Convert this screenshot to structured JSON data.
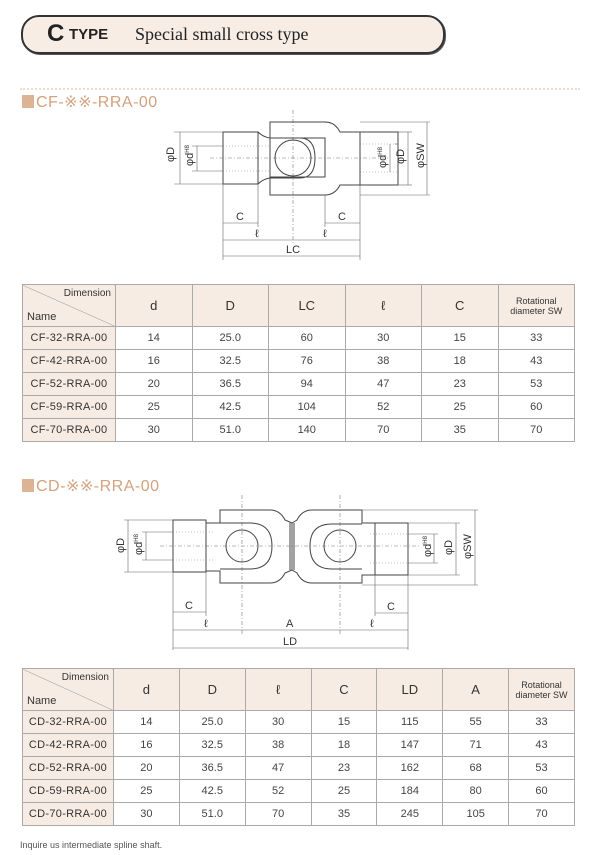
{
  "header": {
    "letter": "C",
    "type_label": "TYPE",
    "subtitle": "Special small cross type"
  },
  "colors": {
    "accent": "#d3a27e",
    "header_bg": "#f7ece3"
  },
  "sections": [
    {
      "title": "CF-※※-RRA-00",
      "diagram_labels": {
        "phiD": "φD",
        "phid": "φd",
        "h8": "H8",
        "phiSW": "φSW",
        "C": "C",
        "l": "ℓ",
        "LC": "LC"
      },
      "table": {
        "corner_dimension": "Dimension",
        "corner_name": "Name",
        "columns": [
          "d",
          "D",
          "LC",
          "ℓ",
          "C",
          "Rotational diameter SW"
        ],
        "rows": [
          [
            "CF-32-RRA-00",
            "14",
            "25.0",
            "60",
            "30",
            "15",
            "33"
          ],
          [
            "CF-42-RRA-00",
            "16",
            "32.5",
            "76",
            "38",
            "18",
            "43"
          ],
          [
            "CF-52-RRA-00",
            "20",
            "36.5",
            "94",
            "47",
            "23",
            "53"
          ],
          [
            "CF-59-RRA-00",
            "25",
            "42.5",
            "104",
            "52",
            "25",
            "60"
          ],
          [
            "CF-70-RRA-00",
            "30",
            "51.0",
            "140",
            "70",
            "35",
            "70"
          ]
        ]
      }
    },
    {
      "title": "CD-※※-RRA-00",
      "diagram_labels": {
        "phiD": "φD",
        "phid": "φd",
        "h8": "H8",
        "phiSW": "φSW",
        "C": "C",
        "l": "ℓ",
        "A": "A",
        "LD": "LD"
      },
      "table": {
        "corner_dimension": "Dimension",
        "corner_name": "Name",
        "columns": [
          "d",
          "D",
          "ℓ",
          "C",
          "LD",
          "A",
          "Rotational diameter SW"
        ],
        "rows": [
          [
            "CD-32-RRA-00",
            "14",
            "25.0",
            "30",
            "15",
            "115",
            "55",
            "33"
          ],
          [
            "CD-42-RRA-00",
            "16",
            "32.5",
            "38",
            "18",
            "147",
            "71",
            "43"
          ],
          [
            "CD-52-RRA-00",
            "20",
            "36.5",
            "47",
            "23",
            "162",
            "68",
            "53"
          ],
          [
            "CD-59-RRA-00",
            "25",
            "42.5",
            "52",
            "25",
            "184",
            "80",
            "60"
          ],
          [
            "CD-70-RRA-00",
            "30",
            "51.0",
            "70",
            "35",
            "245",
            "105",
            "70"
          ]
        ]
      }
    }
  ],
  "footnote": "Inquire us intermediate spline shaft."
}
